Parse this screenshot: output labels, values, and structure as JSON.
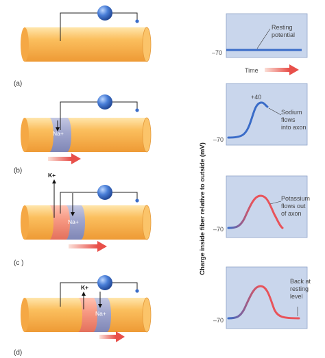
{
  "panels": [
    {
      "label": "(a)"
    },
    {
      "label": "(b)",
      "na": "Na+"
    },
    {
      "label": "(c )",
      "k": "K+",
      "na": "Na+"
    },
    {
      "label": "(d)",
      "k": "K+",
      "na": "Na+"
    }
  ],
  "graphs": [
    {
      "baseline": "–70",
      "annotation": [
        "Resting",
        "potential"
      ],
      "time_label": "Time"
    },
    {
      "baseline": "–70",
      "peak": "+40",
      "annotation": [
        "Sodium",
        "flows",
        "into axon"
      ]
    },
    {
      "baseline": "–70",
      "annotation": [
        "Potassium",
        "flows out",
        "of axon"
      ]
    },
    {
      "baseline": "–70",
      "annotation": [
        "Back at",
        "resting",
        "level"
      ]
    }
  ],
  "y_axis_label": "Charge inside fiber relative to outside (mV)",
  "colors": {
    "axon": "#f7b04c",
    "axon_light": "#ffe0a0",
    "axon_end": "#fbc46a",
    "sodium_band": "#9aa0c6",
    "potassium_band": "#f4917d",
    "electrode": "#3a6cc8",
    "graph_bg": "#c9d6ec",
    "trace_blue": "#3a6cc8",
    "trace_red": "#e8535a",
    "arrow": "#e8504a"
  }
}
